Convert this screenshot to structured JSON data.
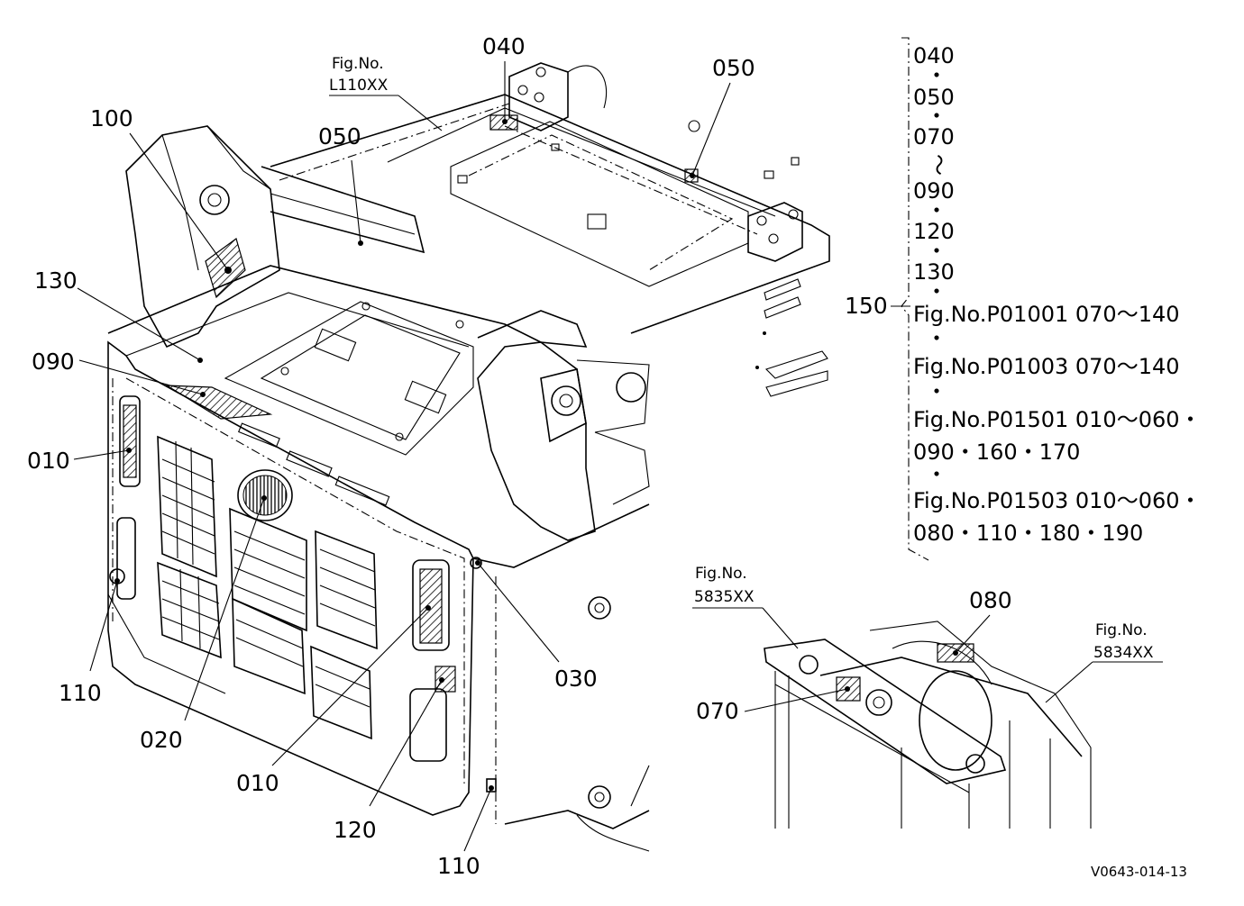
{
  "drawing_code": "V0643-014-13",
  "callouts": {
    "c040": "040",
    "c050_top": "050",
    "c050_mid": "050",
    "c100": "100",
    "c130": "130",
    "c090": "090",
    "c010_left": "010",
    "c110_left": "110",
    "c020": "020",
    "c010_bottom": "010",
    "c120": "120",
    "c110_bottom": "110",
    "c030": "030",
    "c070": "070",
    "c080": "080",
    "c150": "150"
  },
  "fig_refs": {
    "l110": {
      "label": "Fig.No.",
      "number": "L110XX"
    },
    "f5835": {
      "label": "Fig.No.",
      "number": "5835XX"
    },
    "f5834": {
      "label": "Fig.No.",
      "number": "5834XX"
    }
  },
  "kit_list": {
    "items": [
      "040",
      "・",
      "050",
      "・",
      "070",
      "～",
      "090",
      "・",
      "120",
      "・",
      "130",
      "・"
    ],
    "refs": [
      {
        "line": "Fig.No.P01001  070～140"
      },
      {
        "sep": "・"
      },
      {
        "line": "Fig.No.P01003  070～140"
      },
      {
        "sep": "・"
      },
      {
        "line": "Fig.No.P01501  010～060・"
      },
      {
        "line": "090・160・170"
      },
      {
        "sep": "・"
      },
      {
        "line": "Fig.No.P01503  010～060・"
      },
      {
        "line": "080・110・180・190"
      }
    ]
  }
}
